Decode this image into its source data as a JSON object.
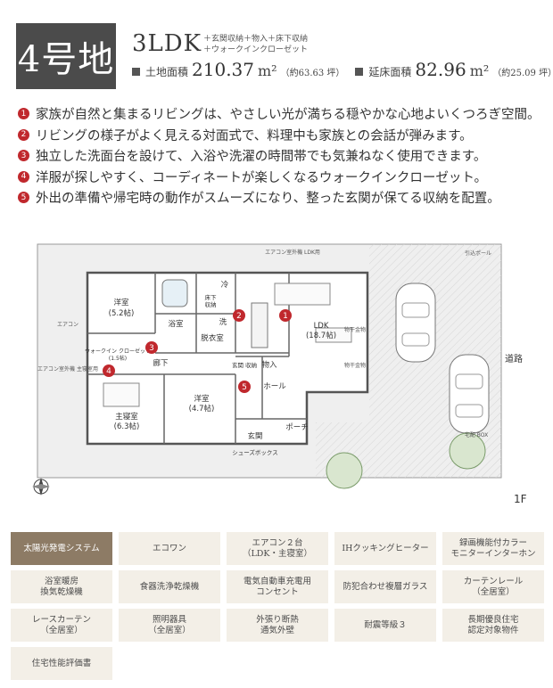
{
  "header": {
    "lot_number": "4号地",
    "plan_type": "3LDK",
    "extras": [
      "＋玄関収納＋物入＋床下収納",
      "＋ウォークインクローゼット"
    ],
    "land_area": {
      "label": "土地面積",
      "value": "210.37",
      "unit": "m²",
      "tsubo": "（約63.63 坪）"
    },
    "floor_area": {
      "label": "延床面積",
      "value": "82.96",
      "unit": "m²",
      "tsubo": "（約25.09 坪）"
    }
  },
  "features": [
    {
      "num": "1",
      "text": "家族が自然と集まるリビングは、やさしい光が満ちる穏やかな心地よいくつろぎ空間。"
    },
    {
      "num": "2",
      "text": "リビングの様子がよく見える対面式で、料理中も家族との会話が弾みます。"
    },
    {
      "num": "3",
      "text": "独立した洗面台を設けて、入浴や洗濯の時間帯でも気兼ねなく使用できます。"
    },
    {
      "num": "4",
      "text": "洋服が探しやすく、コーディネートが楽しくなるウォークインクローゼット。"
    },
    {
      "num": "5",
      "text": "外出の準備や帰宅時の動作がスムーズになり、整った玄関が保てる収納を配置。"
    }
  ],
  "floor_plan": {
    "floor_label": "1F",
    "road": "道路",
    "rooms": {
      "western_1": "洋室",
      "western_1_size": "(5.2帖)",
      "bath": "浴室",
      "dressing": "脱衣室",
      "wash": "洗",
      "cold": "冷",
      "underfloor": "床下",
      "storage_small": "収納",
      "ldk": "LDK",
      "ldk_size": "(18.7帖)",
      "hall_corridor": "廊下",
      "wic": "ウォークイン\nクローゼット",
      "wic_size": "(1.5帖)",
      "master": "主寝室",
      "master_size": "(6.3帖)",
      "western_2": "洋室",
      "western_2_size": "(4.7帖)",
      "entrance": "玄関",
      "hall": "ホール",
      "closet": "物入",
      "entrance_storage": "玄関\n収納",
      "porch": "ポーチ",
      "shoes": "シューズボックス"
    },
    "notes": {
      "ac_outdoor_ldk": "エアコン室外機\nLDK用",
      "ac_left": "エアコン",
      "ac_master": "エアコン室外機\n主寝室用",
      "drying": "物干金物",
      "drying2": "物干金物",
      "recycle": "引込ポール",
      "delivery": "宅配\nBOX"
    },
    "markers": [
      "1",
      "2",
      "3",
      "4",
      "5"
    ]
  },
  "amenities": [
    {
      "label": "太陽光発電システム",
      "active": true
    },
    {
      "label": "エコワン",
      "active": false
    },
    {
      "label": "エアコン２台\n（LDK・主寝室）",
      "active": false
    },
    {
      "label": "IHクッキングヒーター",
      "active": false
    },
    {
      "label": "録画機能付カラー\nモニターインターホン",
      "active": false
    },
    {
      "label": "浴室暖房\n換気乾燥機",
      "active": false
    },
    {
      "label": "食器洗浄乾燥機",
      "active": false
    },
    {
      "label": "電気自動車充電用\nコンセント",
      "active": false
    },
    {
      "label": "防犯合わせ複層ガラス",
      "active": false
    },
    {
      "label": "カーテンレール\n（全居室）",
      "active": false
    },
    {
      "label": "レースカーテン\n（全居室）",
      "active": false
    },
    {
      "label": "照明器具\n（全居室）",
      "active": false
    },
    {
      "label": "外張り断熱\n通気外壁",
      "active": false
    },
    {
      "label": "耐震等級３",
      "active": false
    },
    {
      "label": "長期優良住宅\n認定対象物件",
      "active": false
    },
    {
      "label": "住宅性能評価書",
      "active": false
    }
  ],
  "colors": {
    "badge": "#4b4b4b",
    "marker": "#c0282d",
    "tile": "#f3efe7",
    "tile_active": "#8d7b65",
    "plan_yard": "#efefef"
  }
}
